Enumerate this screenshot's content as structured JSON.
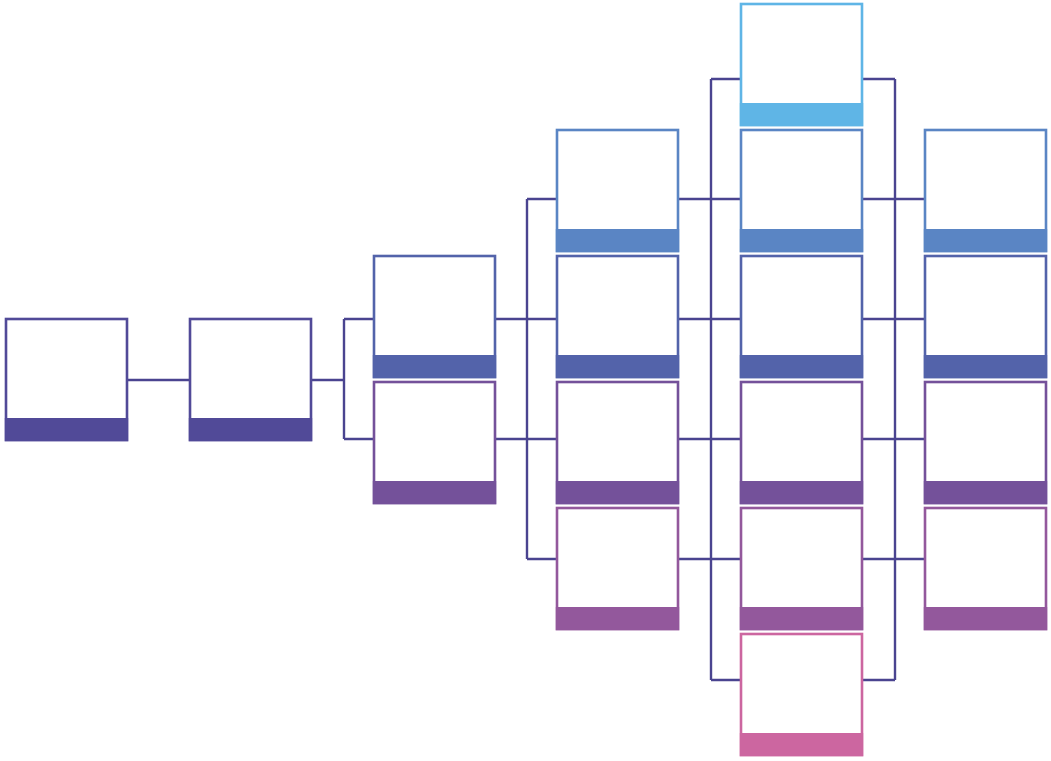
{
  "diagram": {
    "type": "hierarchical-block-diagram",
    "connector_color": "#4a4490",
    "boxes": [
      {
        "id": "c0-r0",
        "column": 0,
        "color": "#514a98",
        "label": ""
      },
      {
        "id": "c1-r0",
        "column": 1,
        "color": "#514a98",
        "label": ""
      },
      {
        "id": "c2-r0",
        "column": 2,
        "color": "#5363aa",
        "label": ""
      },
      {
        "id": "c2-r1",
        "column": 2,
        "color": "#74519a",
        "label": ""
      },
      {
        "id": "c3-r0",
        "column": 3,
        "color": "#5a85c4",
        "label": ""
      },
      {
        "id": "c3-r1",
        "column": 3,
        "color": "#5363aa",
        "label": ""
      },
      {
        "id": "c3-r2",
        "column": 3,
        "color": "#74519a",
        "label": ""
      },
      {
        "id": "c3-r3",
        "column": 3,
        "color": "#93589c",
        "label": ""
      },
      {
        "id": "c4-r0",
        "column": 4,
        "color": "#5fb5e6",
        "label": ""
      },
      {
        "id": "c4-r1",
        "column": 4,
        "color": "#5a85c4",
        "label": ""
      },
      {
        "id": "c4-r2",
        "column": 4,
        "color": "#5363aa",
        "label": ""
      },
      {
        "id": "c4-r3",
        "column": 4,
        "color": "#74519a",
        "label": ""
      },
      {
        "id": "c4-r4",
        "column": 4,
        "color": "#93589c",
        "label": ""
      },
      {
        "id": "c4-r5",
        "column": 4,
        "color": "#cc66a0",
        "label": ""
      },
      {
        "id": "c5-r0",
        "column": 5,
        "color": "#5a85c4",
        "label": ""
      },
      {
        "id": "c5-r1",
        "column": 5,
        "color": "#5363aa",
        "label": ""
      },
      {
        "id": "c5-r2",
        "column": 5,
        "color": "#74519a",
        "label": ""
      },
      {
        "id": "c5-r3",
        "column": 5,
        "color": "#93589c",
        "label": ""
      }
    ]
  }
}
